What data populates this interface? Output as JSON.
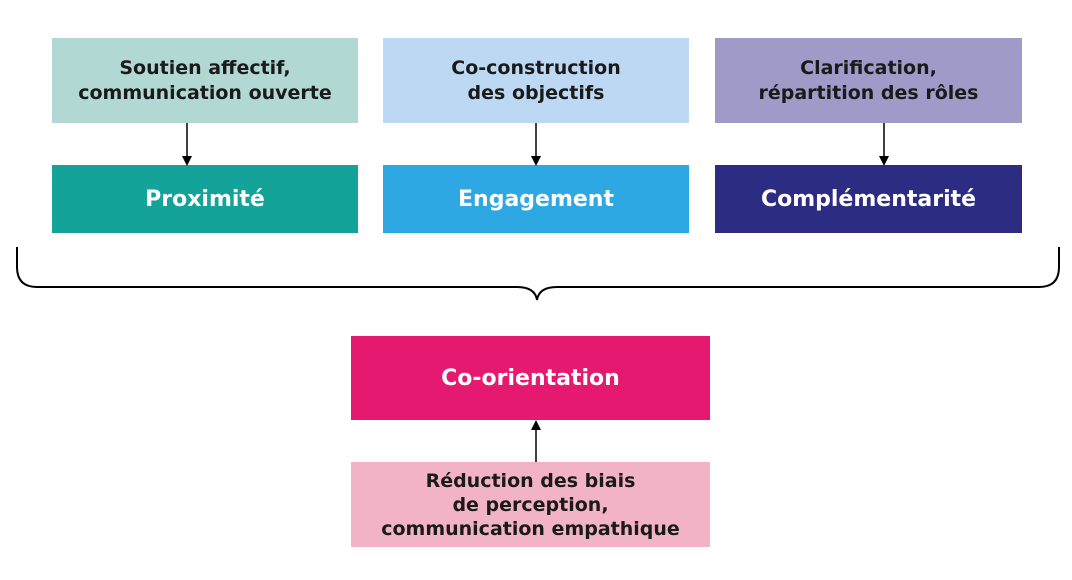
{
  "top_boxes": [
    {
      "label": "Soutien affectif,\ncommunication ouverte",
      "color": "#b2d8d4"
    },
    {
      "label": "Co-construction\ndes objectifs",
      "color": "#bcd8f2"
    },
    {
      "label": "Clarification,\nrépartition des rôles",
      "color": "#a09ac9"
    }
  ],
  "mid_boxes": [
    {
      "label": "Proximité",
      "color": "#13a398"
    },
    {
      "label": "Engagement",
      "color": "#2ea8e2"
    },
    {
      "label": "Complémentarité",
      "color": "#2c2c82"
    }
  ],
  "result": {
    "label": "Co-orientation",
    "color": "#e5196f"
  },
  "source": {
    "label": "Réduction des biais\nde perception,\ncommunication empathique",
    "color": "#f3b3c6"
  }
}
